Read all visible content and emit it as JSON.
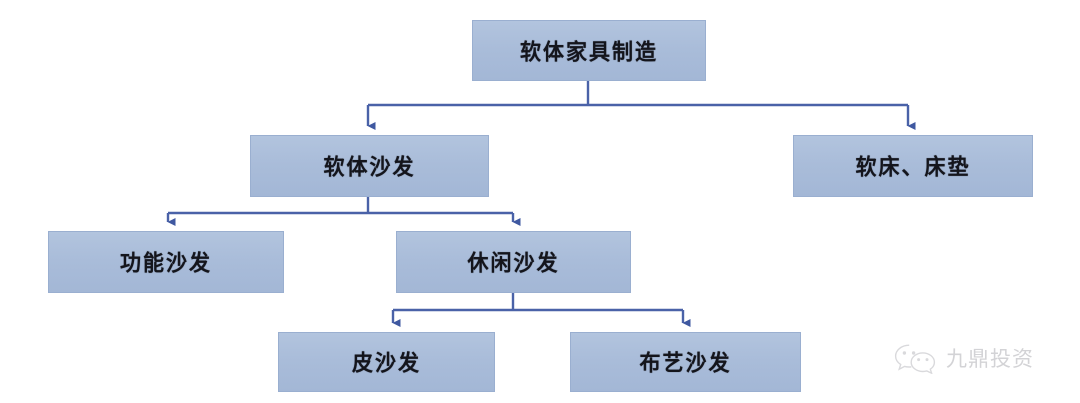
{
  "diagram": {
    "type": "hierarchy-tree",
    "orientation": "top-down",
    "background_color": "#ffffff",
    "node_fill_color": "#a9bcd9",
    "node_border_color": "#9aafd0",
    "connector_color": "#4a62a8",
    "nodes": {
      "root": {
        "label": "软体家具制造",
        "level": 1
      },
      "sofa": {
        "label": "软体沙发",
        "level": 2
      },
      "bed": {
        "label": "软床、床垫",
        "level": 2
      },
      "functional_sofa": {
        "label": "功能沙发",
        "level": 3
      },
      "leisure_sofa": {
        "label": "休闲沙发",
        "level": 3
      },
      "leather_sofa": {
        "label": "皮沙发",
        "level": 4
      },
      "fabric_sofa": {
        "label": "布艺沙发",
        "level": 4
      }
    },
    "edges": [
      {
        "from": "root",
        "to": "sofa"
      },
      {
        "from": "root",
        "to": "bed"
      },
      {
        "from": "sofa",
        "to": "functional_sofa"
      },
      {
        "from": "sofa",
        "to": "leisure_sofa"
      },
      {
        "from": "leisure_sofa",
        "to": "leather_sofa"
      },
      {
        "from": "leisure_sofa",
        "to": "fabric_sofa"
      }
    ]
  },
  "watermark": {
    "icon": "wechat-icon",
    "text": "九鼎投资",
    "color": "#b9b9bd"
  }
}
